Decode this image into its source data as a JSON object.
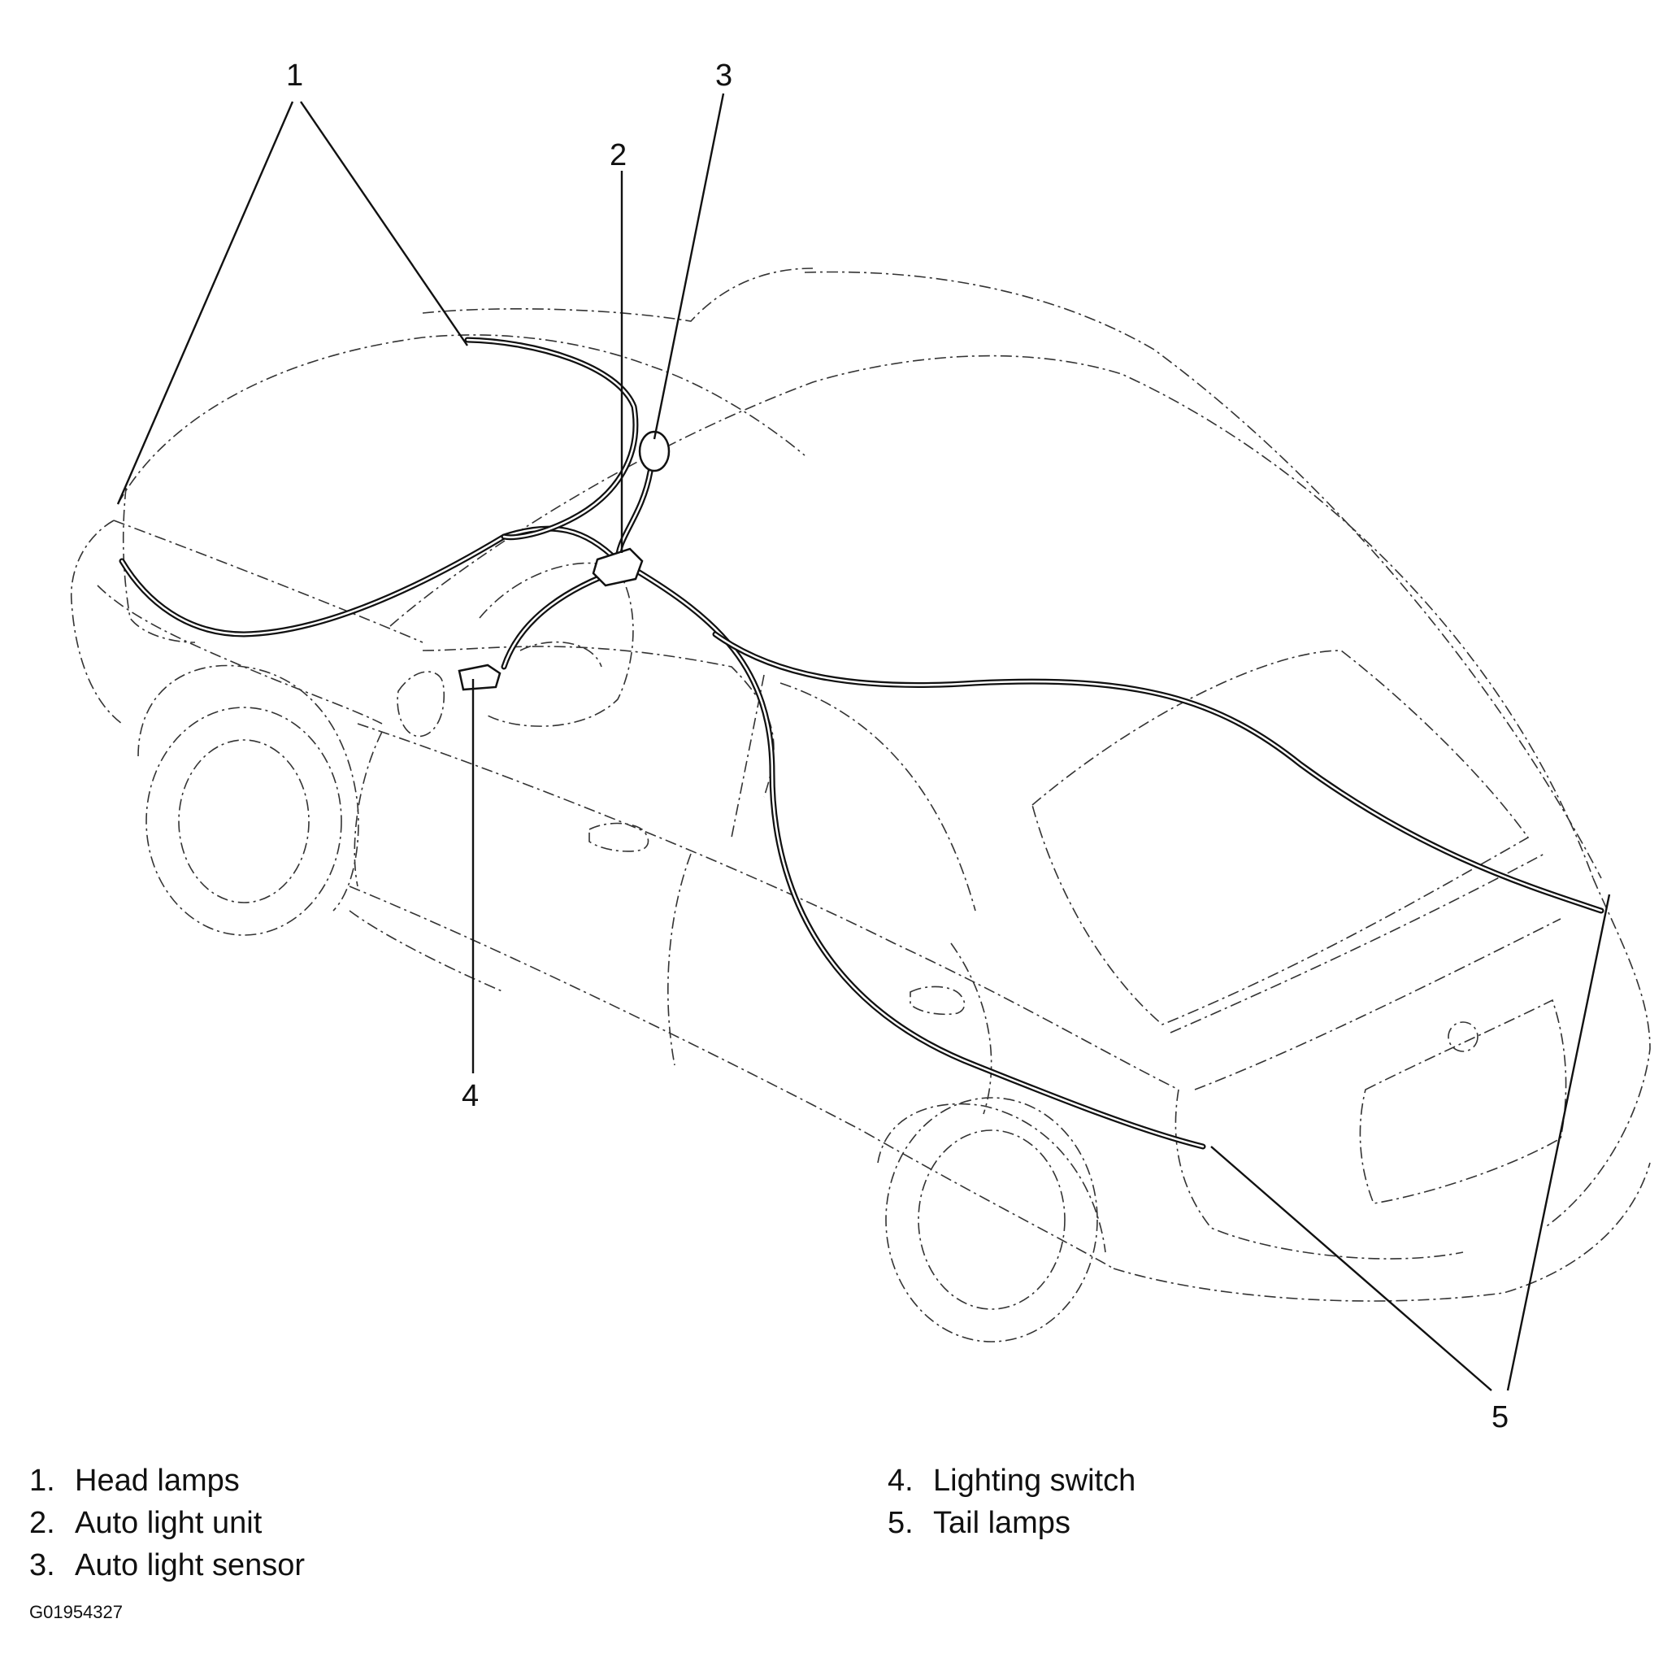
{
  "callouts": {
    "head_lamps": "1",
    "auto_light_unit": "2",
    "auto_light_sensor": "3",
    "lighting_switch": "4",
    "tail_lamps": "5"
  },
  "legend": {
    "left": [
      {
        "num": "1.",
        "label": "Head lamps"
      },
      {
        "num": "2.",
        "label": "Auto light unit"
      },
      {
        "num": "3.",
        "label": "Auto light sensor"
      }
    ],
    "right": [
      {
        "num": "4.",
        "label": "Lighting switch"
      },
      {
        "num": "5.",
        "label": "Tail lamps"
      }
    ]
  },
  "figure_code": "G01954327"
}
